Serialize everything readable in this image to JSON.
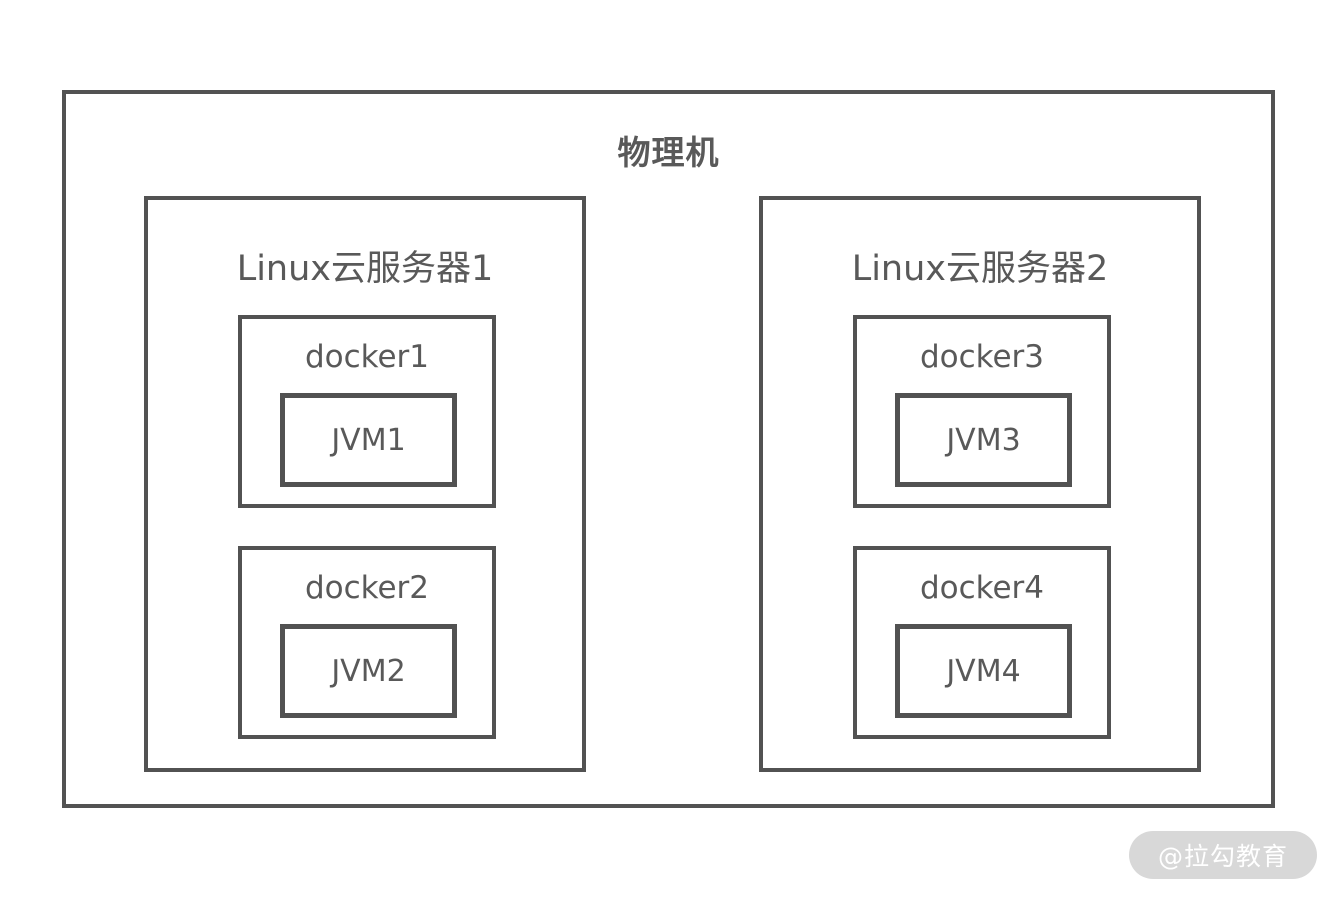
{
  "diagram": {
    "title": "物理机",
    "servers": [
      {
        "label": "Linux云服务器1",
        "dockers": [
          {
            "label": "docker1",
            "jvm_label": "JVM1"
          },
          {
            "label": "docker2",
            "jvm_label": "JVM2"
          }
        ]
      },
      {
        "label": "Linux云服务器2",
        "dockers": [
          {
            "label": "docker3",
            "jvm_label": "JVM3"
          },
          {
            "label": "docker4",
            "jvm_label": "JVM4"
          }
        ]
      }
    ],
    "watermark": "@拉勾教育",
    "colors": {
      "border": "#525252",
      "text": "#595959",
      "background": "#ffffff",
      "watermark_bg": "#d8d8d8",
      "watermark_text": "#ffffff"
    }
  }
}
